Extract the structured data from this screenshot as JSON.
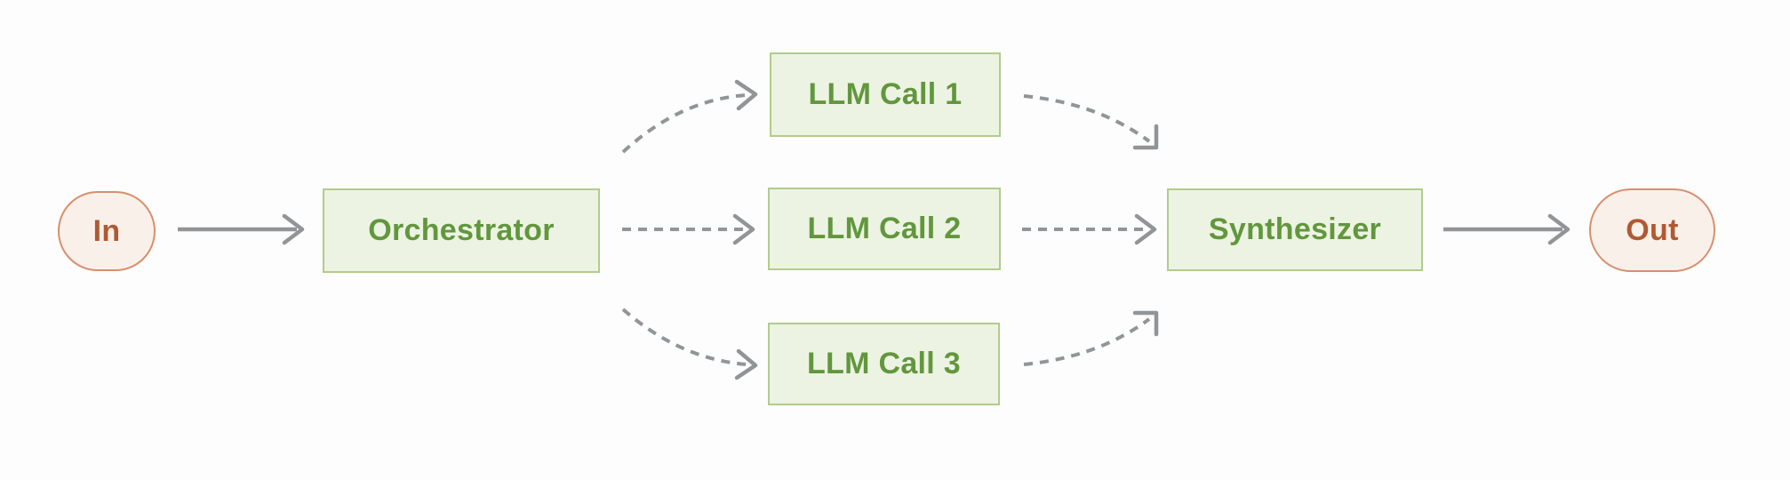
{
  "diagram_type": "workflow-flowchart",
  "nodes": {
    "in": {
      "label": "In",
      "shape": "pill"
    },
    "orchestrator": {
      "label": "Orchestrator",
      "shape": "box"
    },
    "llm_call_1": {
      "label": "LLM Call 1",
      "shape": "box"
    },
    "llm_call_2": {
      "label": "LLM Call 2",
      "shape": "box"
    },
    "llm_call_3": {
      "label": "LLM Call 3",
      "shape": "box"
    },
    "synthesizer": {
      "label": "Synthesizer",
      "shape": "box"
    },
    "out": {
      "label": "Out",
      "shape": "pill"
    }
  },
  "edges": [
    {
      "from": "In",
      "to": "Orchestrator",
      "style": "solid"
    },
    {
      "from": "Orchestrator",
      "to": "LLM Call 1",
      "style": "dashed"
    },
    {
      "from": "Orchestrator",
      "to": "LLM Call 2",
      "style": "dashed"
    },
    {
      "from": "Orchestrator",
      "to": "LLM Call 3",
      "style": "dashed"
    },
    {
      "from": "LLM Call 1",
      "to": "Synthesizer",
      "style": "dashed"
    },
    {
      "from": "LLM Call 2",
      "to": "Synthesizer",
      "style": "dashed"
    },
    {
      "from": "LLM Call 3",
      "to": "Synthesizer",
      "style": "dashed"
    },
    {
      "from": "Synthesizer",
      "to": "Out",
      "style": "solid"
    }
  ],
  "colors": {
    "background": "#fdfdfd",
    "green_fill": "#edf3e2",
    "green_border": "#b2cc8c",
    "green_text": "#61973d",
    "accent_fill": "#faf0ea",
    "accent_border": "#d88f6d",
    "accent_text": "#b05a32",
    "arrow": "#929597"
  }
}
